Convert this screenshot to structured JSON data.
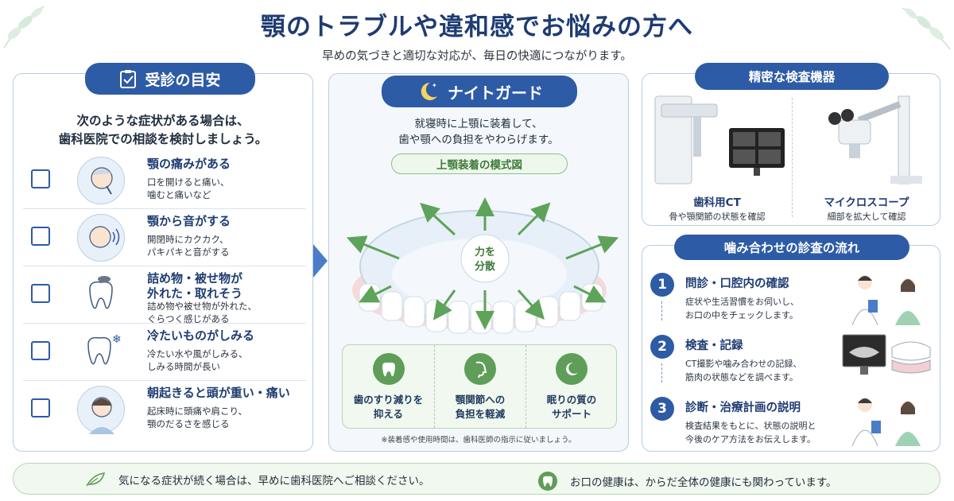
{
  "header": {
    "title": "顎のトラブルや違和感でお悩みの方へ",
    "subtitle": "早めの気づきと適切な対応が、毎日の快適につながります。"
  },
  "left_panel": {
    "title": "受診の目安",
    "intro_line1": "次のような症状がある場合は、",
    "intro_line2": "歯科医院での相談を検討しましょう。",
    "symptoms": [
      {
        "title": "顎の痛みがある",
        "desc": "口を開けると痛い、\n噛むと痛いなど"
      },
      {
        "title": "顎から音がする",
        "desc": "開閉時にカクカク、\nパキパキと音がする"
      },
      {
        "title_line1": "詰め物・被せ物が",
        "title_line2": "外れた・取れそう",
        "desc": "詰め物や被せ物が外れた、\nぐらつく感じがある"
      },
      {
        "title": "冷たいものがしみる",
        "desc": "冷たい水や風がしみる、\nしみる時間が長い"
      },
      {
        "title": "朝起きると頭が重い・痛い",
        "desc": "起床時に頭痛や肩こり、\n顎のだるさを感じる"
      }
    ]
  },
  "center_panel": {
    "title": "ナイトガード",
    "desc": "就寝時に上顎に装着して、\n歯や顎への負担をやわらげます。",
    "diagram_label": "上顎装着の模式図",
    "force_label_line1": "力を",
    "force_label_line2": "分散",
    "benefits": [
      {
        "text": "歯のすり減りを\n抑える",
        "icon": "tooth-icon"
      },
      {
        "text": "顎関節への\n負担を軽減",
        "icon": "jaw-profile-icon"
      },
      {
        "text": "眠りの質の\nサポート",
        "icon": "moon-icon"
      }
    ],
    "note": "※装着感や使用時間は、歯科医師の指示に従いましょう。"
  },
  "equipment_panel": {
    "title": "精密な検査機器",
    "items": [
      {
        "title": "歯科用CT",
        "desc": "骨や顎関節の状態を確認"
      },
      {
        "title": "マイクロスコープ",
        "desc": "細部を拡大して確認"
      }
    ]
  },
  "flow_panel": {
    "title": "噛み合わせの診査の流れ",
    "steps": [
      {
        "num": "1",
        "title": "問診・口腔内の確認",
        "desc": "症状や生活習慣をお伺いし、\nお口の中をチェックします。"
      },
      {
        "num": "2",
        "title": "検査・記録",
        "desc": "CT撮影や噛み合わせの記録、\n筋肉の状態などを調べます。"
      },
      {
        "num": "3",
        "title": "診断・治療計画の説明",
        "desc": "検査結果をもとに、状態の説明と\n今後のケア方法をお伝えします。"
      }
    ]
  },
  "footer": {
    "left_text": "気になる症状が続く場合は、早めに歯科医院へご相談ください。",
    "right_text": "お口の健康は、からだ全体の健康にも関わっています。"
  },
  "colors": {
    "primary": "#2d5ba6",
    "title": "#1e3c72",
    "accent_green": "#5e9e58",
    "border": "#b9cce0"
  }
}
